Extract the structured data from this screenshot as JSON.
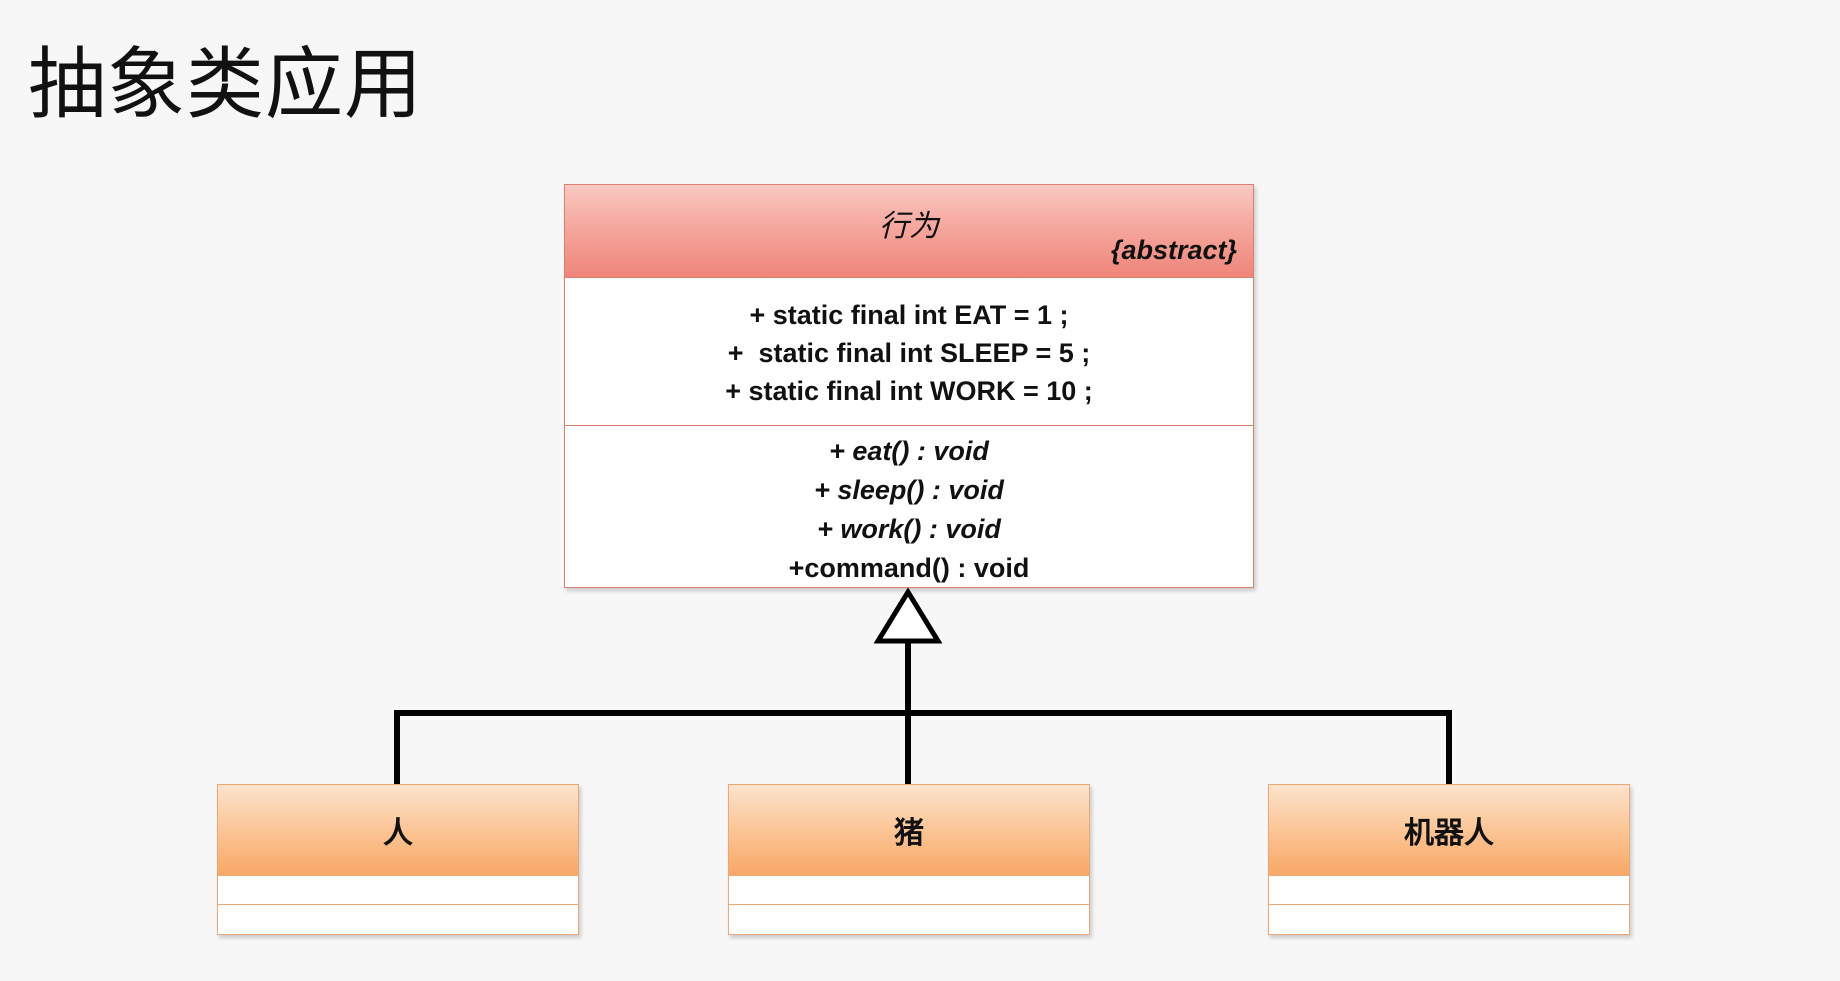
{
  "slide": {
    "title": "抽象类应用"
  },
  "abstract_class": {
    "name": "行为",
    "stereotype": "{abstract}",
    "attributes": [
      "+ static final int EAT = 1 ;",
      "+  static final int SLEEP = 5 ;",
      "+ static final int WORK = 10 ;"
    ],
    "operations": [
      {
        "text": "+ eat() : void",
        "abstract": true
      },
      {
        "text": "+ sleep() : void",
        "abstract": true
      },
      {
        "text": "+ work() : void",
        "abstract": true
      },
      {
        "text": "+command() : void",
        "abstract": false
      }
    ]
  },
  "subclasses": [
    {
      "name": "人"
    },
    {
      "name": "猪"
    },
    {
      "name": "机器人"
    }
  ],
  "colors": {
    "abstract_header": "#f4a197",
    "concrete_header": "#fbc291",
    "connector": "#000000"
  }
}
